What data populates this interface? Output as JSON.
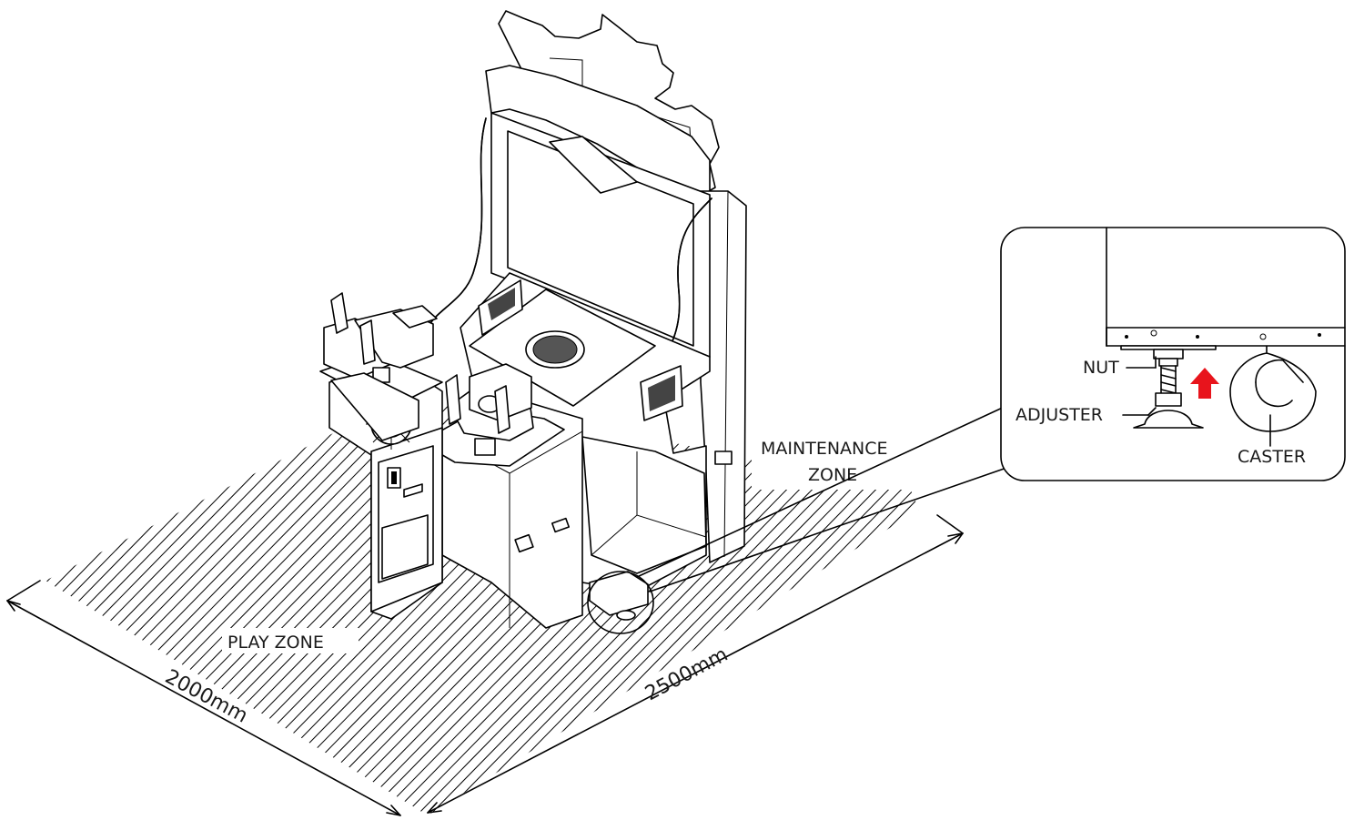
{
  "labels": {
    "play_zone": "PLAY ZONE",
    "maintenance_zone_line1": "MAINTENANCE",
    "maintenance_zone_line2": "ZONE",
    "nut": "NUT",
    "adjuster": "ADJUSTER",
    "caster": "CASTER"
  },
  "dimensions": {
    "width": "2000mm",
    "depth": "2500mm"
  },
  "colors": {
    "line": "#000000",
    "arrow": "#e8141c",
    "background": "#ffffff"
  },
  "icons": {
    "lift_arrow": "up-arrow-icon"
  }
}
